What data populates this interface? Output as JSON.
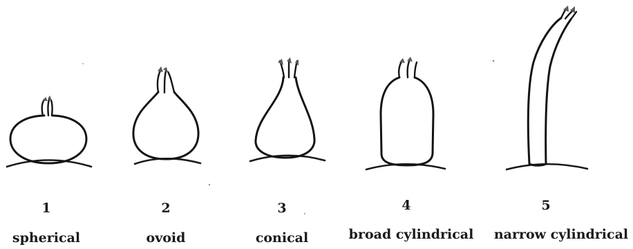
{
  "figure": {
    "items": [
      {
        "number": "1",
        "label": "spherical"
      },
      {
        "number": "2",
        "label": "ovoid"
      },
      {
        "number": "3",
        "label": "conical"
      },
      {
        "number": "4",
        "label": "broad cylindrical"
      },
      {
        "number": "5",
        "label": "narrow cylindrical"
      }
    ]
  },
  "colors": {
    "ink": "#141414",
    "background": "#ffffff"
  }
}
